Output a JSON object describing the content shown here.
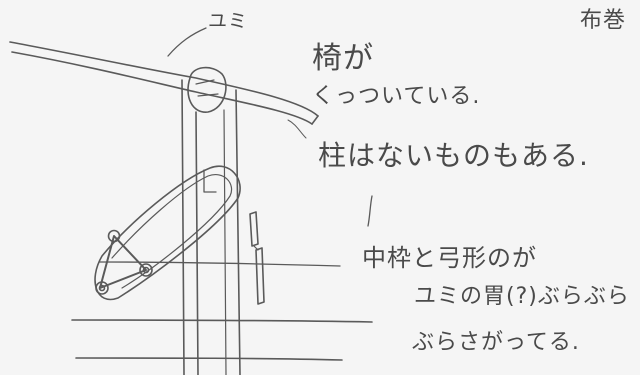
{
  "labels": {
    "yumi": "ユミ",
    "corner": "布巻",
    "line1": "椅が",
    "line2": "くっついている.",
    "line3": "柱はないものもある.",
    "line4": "中枠と弓形のが",
    "line5": "ユミの胃(?)ぶらぶら",
    "line6": "ぶらさがってる."
  },
  "colors": {
    "pencil": "#555555",
    "paper": "#f5f5f5"
  }
}
